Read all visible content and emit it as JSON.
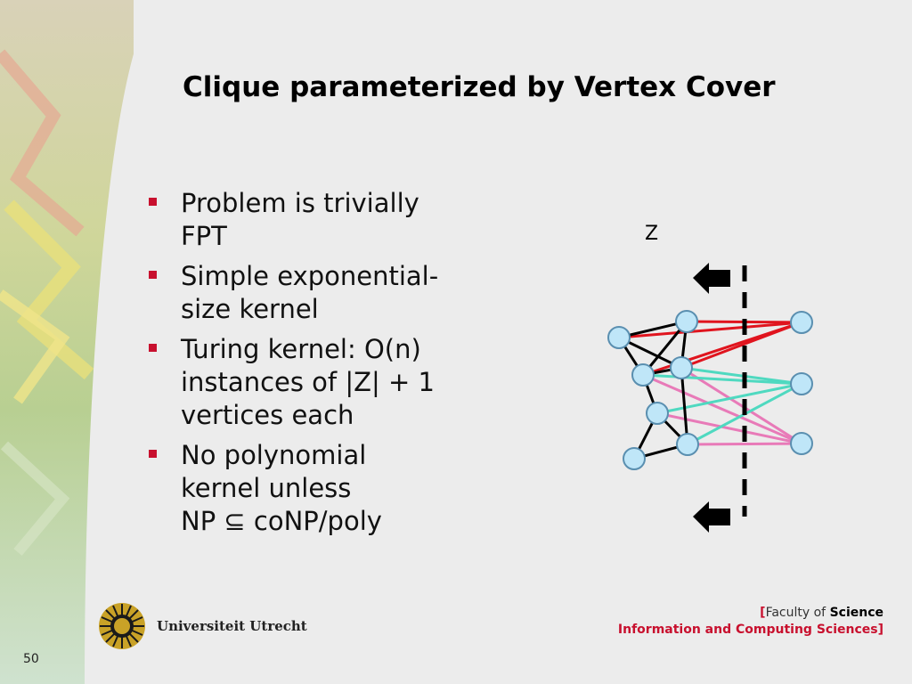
{
  "slide": {
    "title": "Clique parameterized by Vertex Cover",
    "bullets": [
      "Problem is trivially\nFPT",
      "Simple exponential-\nsize kernel",
      "Turing kernel: O(n)\ninstances of |Z| + 1\nvertices each",
      "No polynomial\nkernel unless\nNP ⊆ coNP/poly"
    ],
    "z_label": "Z",
    "page_number": "50"
  },
  "footer": {
    "university": "Universiteit Utrecht",
    "faculty_prefix": "Faculty of ",
    "faculty_bold": "Science",
    "department": "Information and Computing Sciences"
  },
  "colors": {
    "bullet_marker": "#c8102e",
    "edge_black": "#000000",
    "edge_red": "#e0141e",
    "edge_teal": "#4fd9c0",
    "edge_pink": "#e87ab8",
    "node_fill": "#bfe6f8",
    "node_stroke": "#5a8fb0"
  }
}
